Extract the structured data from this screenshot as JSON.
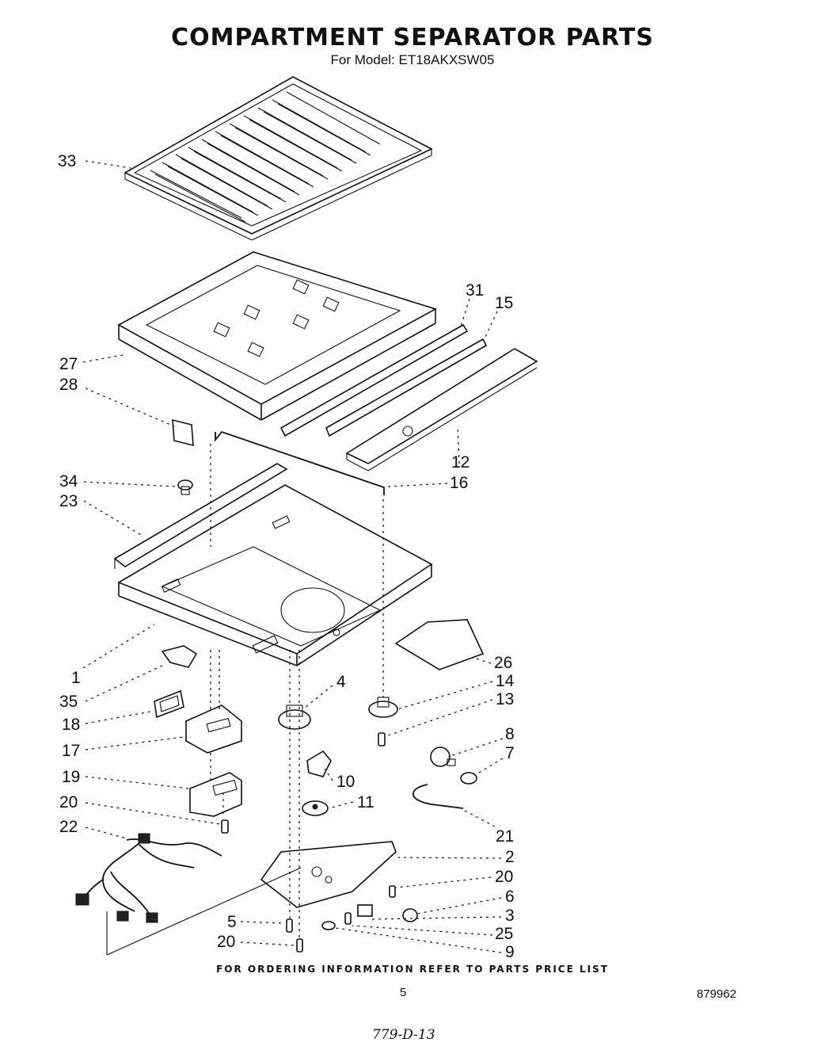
{
  "header": {
    "title": "COMPARTMENT SEPARATOR PARTS",
    "subtitle": "For Model: ET18AKXSW05"
  },
  "callouts": [
    {
      "id": "33",
      "label": "33"
    },
    {
      "id": "31",
      "label": "31"
    },
    {
      "id": "15",
      "label": "15"
    },
    {
      "id": "27",
      "label": "27"
    },
    {
      "id": "28",
      "label": "28"
    },
    {
      "id": "12",
      "label": "12"
    },
    {
      "id": "34",
      "label": "34"
    },
    {
      "id": "16",
      "label": "16"
    },
    {
      "id": "23",
      "label": "23"
    },
    {
      "id": "26",
      "label": "26"
    },
    {
      "id": "1",
      "label": "1"
    },
    {
      "id": "14",
      "label": "14"
    },
    {
      "id": "4",
      "label": "4"
    },
    {
      "id": "35",
      "label": "35"
    },
    {
      "id": "13",
      "label": "13"
    },
    {
      "id": "18",
      "label": "18"
    },
    {
      "id": "8",
      "label": "8"
    },
    {
      "id": "17",
      "label": "17"
    },
    {
      "id": "7",
      "label": "7"
    },
    {
      "id": "19",
      "label": "19"
    },
    {
      "id": "10",
      "label": "10"
    },
    {
      "id": "11",
      "label": "11"
    },
    {
      "id": "20a",
      "label": "20"
    },
    {
      "id": "22",
      "label": "22"
    },
    {
      "id": "21",
      "label": "21"
    },
    {
      "id": "2",
      "label": "2"
    },
    {
      "id": "20b",
      "label": "20"
    },
    {
      "id": "6",
      "label": "6"
    },
    {
      "id": "3",
      "label": "3"
    },
    {
      "id": "5",
      "label": "5"
    },
    {
      "id": "25",
      "label": "25"
    },
    {
      "id": "20c",
      "label": "20"
    },
    {
      "id": "9",
      "label": "9"
    }
  ],
  "footer": {
    "note": "FOR ORDERING INFORMATION REFER TO PARTS PRICE LIST",
    "page_number": "5",
    "document_number": "879962",
    "handwritten": "779-D-13"
  }
}
